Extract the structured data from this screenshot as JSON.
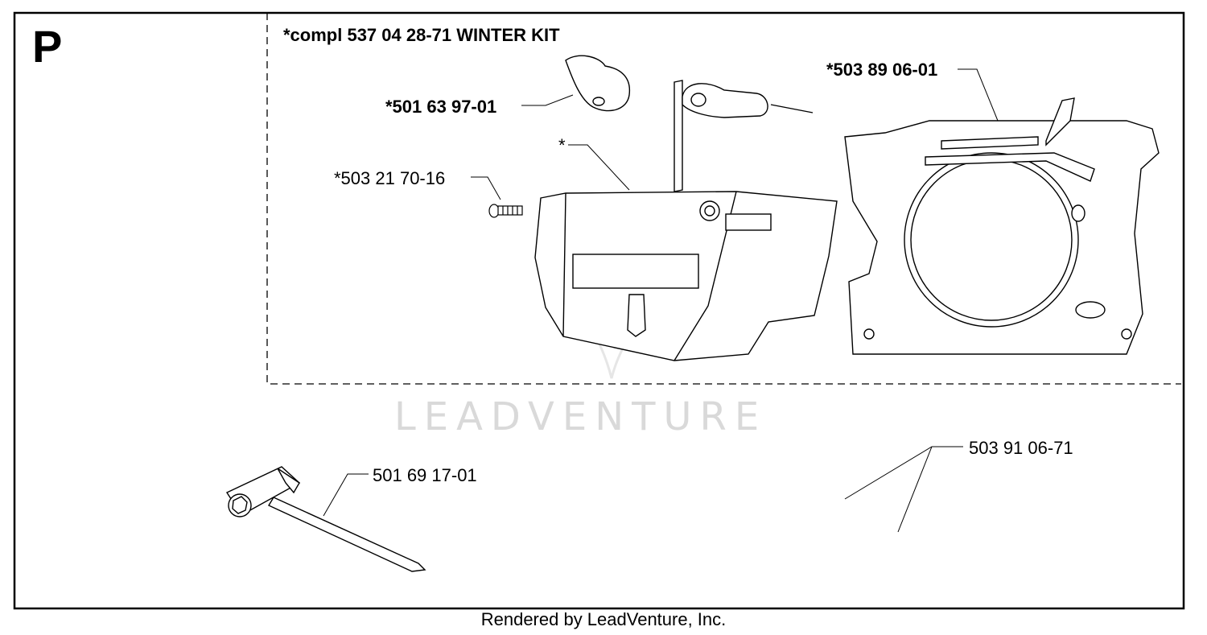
{
  "section_letter": "P",
  "kit_title": "*compl 537 04 28-71 WINTER KIT",
  "watermark": "LEADVENTURE",
  "footer": "Rendered by LeadVenture, Inc.",
  "labels": {
    "cap": "*501 63 97-01",
    "cover_star": "*",
    "screw": "*503 21 70-16",
    "housing": "*503 89 06-01",
    "tool": "501 69 17-01",
    "set": "503 91 06-71"
  },
  "colors": {
    "line": "#000000",
    "watermark": "#d9d9d9",
    "background": "#ffffff"
  }
}
